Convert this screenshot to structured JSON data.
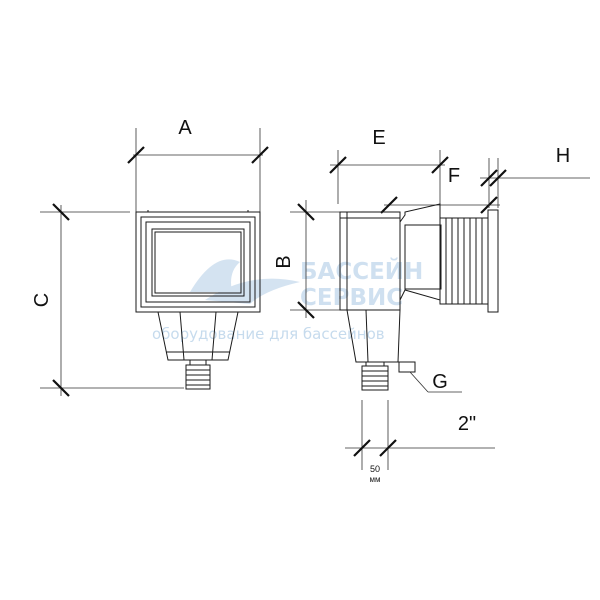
{
  "labels": {
    "a": "A",
    "b": "B",
    "c": "C",
    "e": "E",
    "f": "F",
    "h": "H",
    "g": "G",
    "thread": "2\"",
    "dim_value": "50",
    "dim_unit": "мм"
  },
  "watermark": {
    "line1": "БАССЕЙН",
    "line2": "СЕРВИС",
    "tagline": "оборудование для бассейнов"
  },
  "colors": {
    "stroke": "#1a1a1a",
    "watermark": "#a9c8e4"
  }
}
